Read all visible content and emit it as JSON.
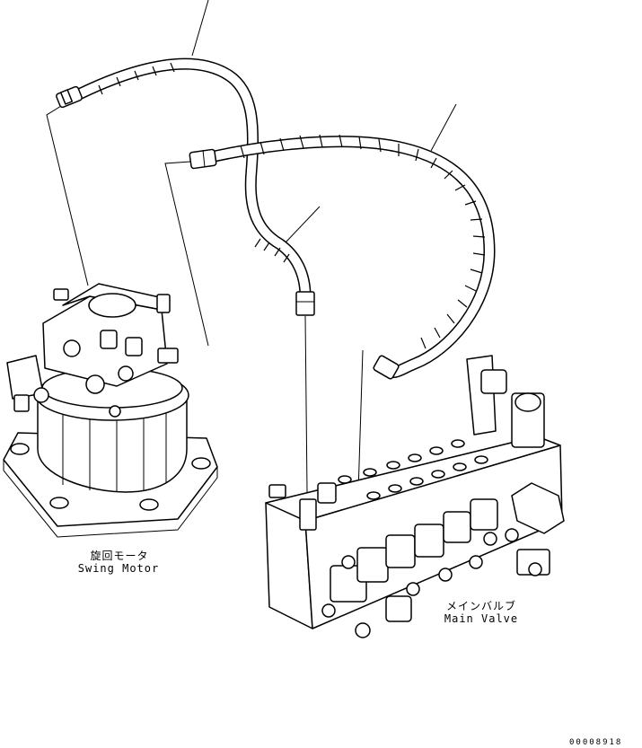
{
  "labels": {
    "swing_motor_jp": "旋回モータ",
    "swing_motor_en": "Swing Motor",
    "main_valve_jp": "メインバルブ",
    "main_valve_en": "Main Valve"
  },
  "drawing_code": "00008918"
}
